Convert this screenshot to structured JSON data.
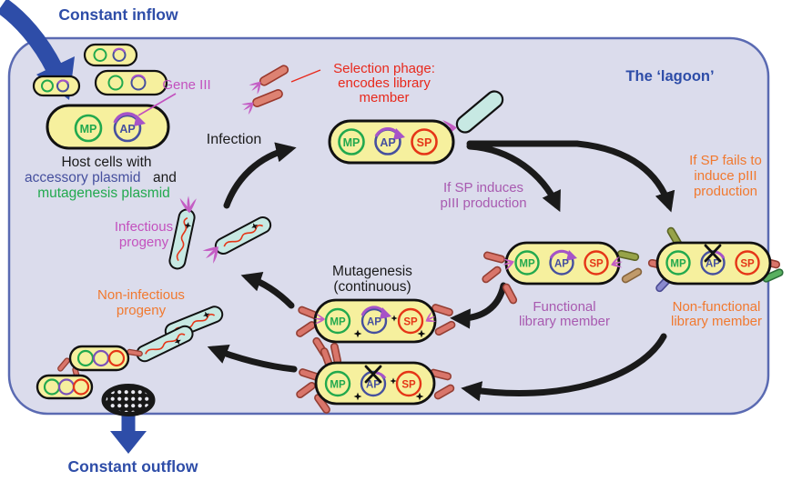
{
  "flow": {
    "inflow": "Constant inflow",
    "outflow": "Constant outflow"
  },
  "lagoon": {
    "title": "The ‘lagoon’"
  },
  "host": {
    "caption_line1": "Host cells with",
    "caption_line2a": "accessory plasmid",
    "caption_line2b": "and",
    "caption_line3": "mutagenesis plasmid",
    "gene3_label": "Gene III"
  },
  "selection_phage": {
    "line1": "Selection phage:",
    "line2": "encodes library",
    "line3": "member"
  },
  "infection_label": "Infection",
  "branches": {
    "induces_line1": "If SP induces",
    "induces_line2": "pIII production",
    "fails_line1": "If SP fails to",
    "fails_line2": "induce pIII",
    "fails_line3": "production"
  },
  "members": {
    "functional_line1": "Functional",
    "functional_line2": "library member",
    "nonfunctional_line1": "Non-functional",
    "nonfunctional_line2": "library member"
  },
  "mutagenesis": {
    "line1": "Mutagenesis",
    "line2": "(continuous)"
  },
  "progeny": {
    "infectious_line1": "Infectious",
    "infectious_line2": "progeny",
    "noninfectious_line1": "Non-infectious",
    "noninfectious_line2": "progeny"
  },
  "plasmids": {
    "mp": "MP",
    "ap": "AP",
    "sp": "SP"
  },
  "colors": {
    "flow_blue": "#2e4da8",
    "lagoon_fill": "#dbdcec",
    "lagoon_border": "#5a6ab2",
    "black": "#1a1a1a",
    "cell_fill": "#f6f09e",
    "mp_green": "#22a94e",
    "ap_blue": "#46509e",
    "sp_red": "#e53517",
    "gene_arc_purple": "#a653c8",
    "magenta_text": "#c351be",
    "purple_text": "#a85ab0",
    "orange_text": "#f1792f",
    "red_text": "#e8291c",
    "phage_cyan": "#c7e9e3",
    "rod_salmon": "#d9756a",
    "tuft_magenta": "#c45ec4"
  }
}
